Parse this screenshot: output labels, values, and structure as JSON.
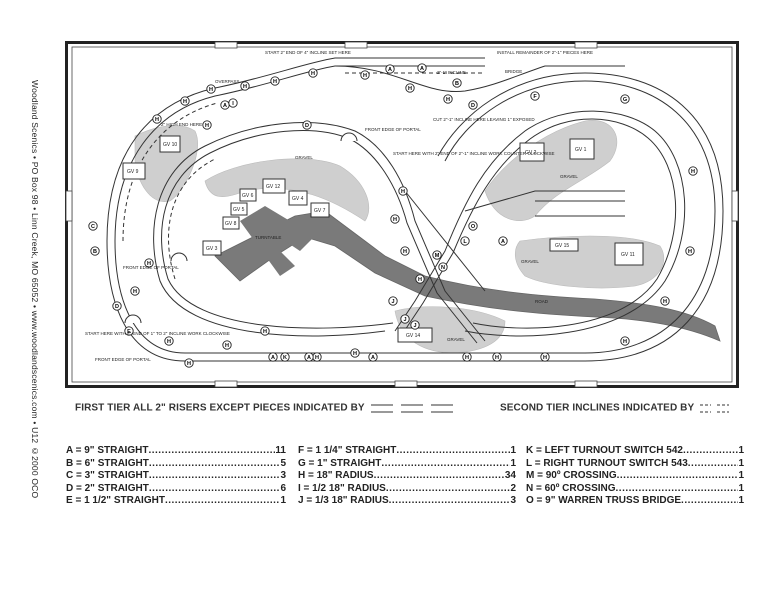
{
  "side_text": "Woodland Scenics • PO Box 98 • Linn Creek, MO 65052 • www.woodlandscenics.com • U12 ©2000 OCO",
  "notes": {
    "start_incline_2": "START 2\" END OF 4\" INCLINE SET HERE",
    "install_remainder": "INSTALL REMAINDER OF 2\"-1\" PIECES HERE",
    "incline_2_1": "2\"-1\" INCLINE",
    "bridge": "BRIDGE",
    "overpass": "OVERPASS",
    "high_end": "2\" HIGH END HERE",
    "front_edge_portal_1": "FRONT EDGE OF PORTAL",
    "start_here_2": "START HERE WITH 2\" END OF 2\"-1\" INCLINE WORK COUNTER-CLOCKWISE",
    "cut_incline": "CUT 2\"-1\" INCLINE HERE LEAVING 1\" EXPOSED",
    "front_edge_portal_2": "FRONT EDGE OF PORTAL",
    "start_here_1": "START HERE WITH 8\" END OF 1\" TO 2\" INCLINE WORK CLOCKWISE",
    "front_edge_portal_3": "FRONT EDGE OF PORTAL",
    "gravel_1": "GRAVEL",
    "gravel_2": "GRAVEL",
    "gravel_3": "GRAVEL",
    "gravel_4": "GRAVEL",
    "road": "ROAD",
    "turntable": "TURNTABLE"
  },
  "buildings": [
    "GV 9",
    "GV 10",
    "GV 12",
    "GV 6",
    "GV 5",
    "GV 8",
    "GV 4",
    "GV 7",
    "GV 3",
    "GV 2",
    "GV 1",
    "GV 15",
    "GV 11",
    "GV 14"
  ],
  "track_labels": [
    "A",
    "A",
    "B",
    "D",
    "H",
    "H",
    "H",
    "H",
    "H",
    "H",
    "H",
    "A",
    "H",
    "H",
    "H",
    "C",
    "B",
    "D",
    "E",
    "H",
    "H",
    "H",
    "H",
    "H",
    "H",
    "I",
    "D",
    "H",
    "H",
    "H",
    "H",
    "H",
    "H",
    "A",
    "A",
    "A",
    "K",
    "H",
    "H",
    "J",
    "J",
    "J",
    "L",
    "M",
    "N",
    "O",
    "A",
    "H",
    "H",
    "H",
    "H",
    "H",
    "G",
    "F"
  ],
  "tier_notes": {
    "first_tier": "FIRST TIER ALL 2\" RISERS EXCEPT PIECES INDICATED BY",
    "second_tier": "SECOND TIER INCLINES INDICATED BY"
  },
  "legend": {
    "col1": [
      {
        "label": "A = 9\" STRAIGHT",
        "qty": "11"
      },
      {
        "label": "B = 6\" STRAIGHT",
        "qty": "5"
      },
      {
        "label": "C = 3\" STRAIGHT",
        "qty": "3"
      },
      {
        "label": "D = 2\" STRAIGHT",
        "qty": "6"
      },
      {
        "label": "E = 1 1/2\" STRAIGHT",
        "qty": "1"
      }
    ],
    "col2": [
      {
        "label": "F = 1 1/4\" STRAIGHT",
        "qty": "1"
      },
      {
        "label": "G = 1\" STRAIGHT",
        "qty": "1"
      },
      {
        "label": "H = 18\" RADIUS",
        "qty": "34"
      },
      {
        "label": "I = 1/2 18\" RADIUS",
        "qty": "2"
      },
      {
        "label": "J = 1/3 18\" RADIUS",
        "qty": "3"
      }
    ],
    "col3": [
      {
        "label": "K = LEFT TURNOUT SWITCH 542",
        "qty": "1"
      },
      {
        "label": "L = RIGHT TURNOUT SWITCH 543",
        "qty": "1"
      },
      {
        "label": "M = 90º CROSSING",
        "qty": "1"
      },
      {
        "label": "N = 60º CROSSING",
        "qty": "1"
      },
      {
        "label": "O = 9\" WARREN TRUSS BRIDGE",
        "qty": "1"
      }
    ]
  }
}
